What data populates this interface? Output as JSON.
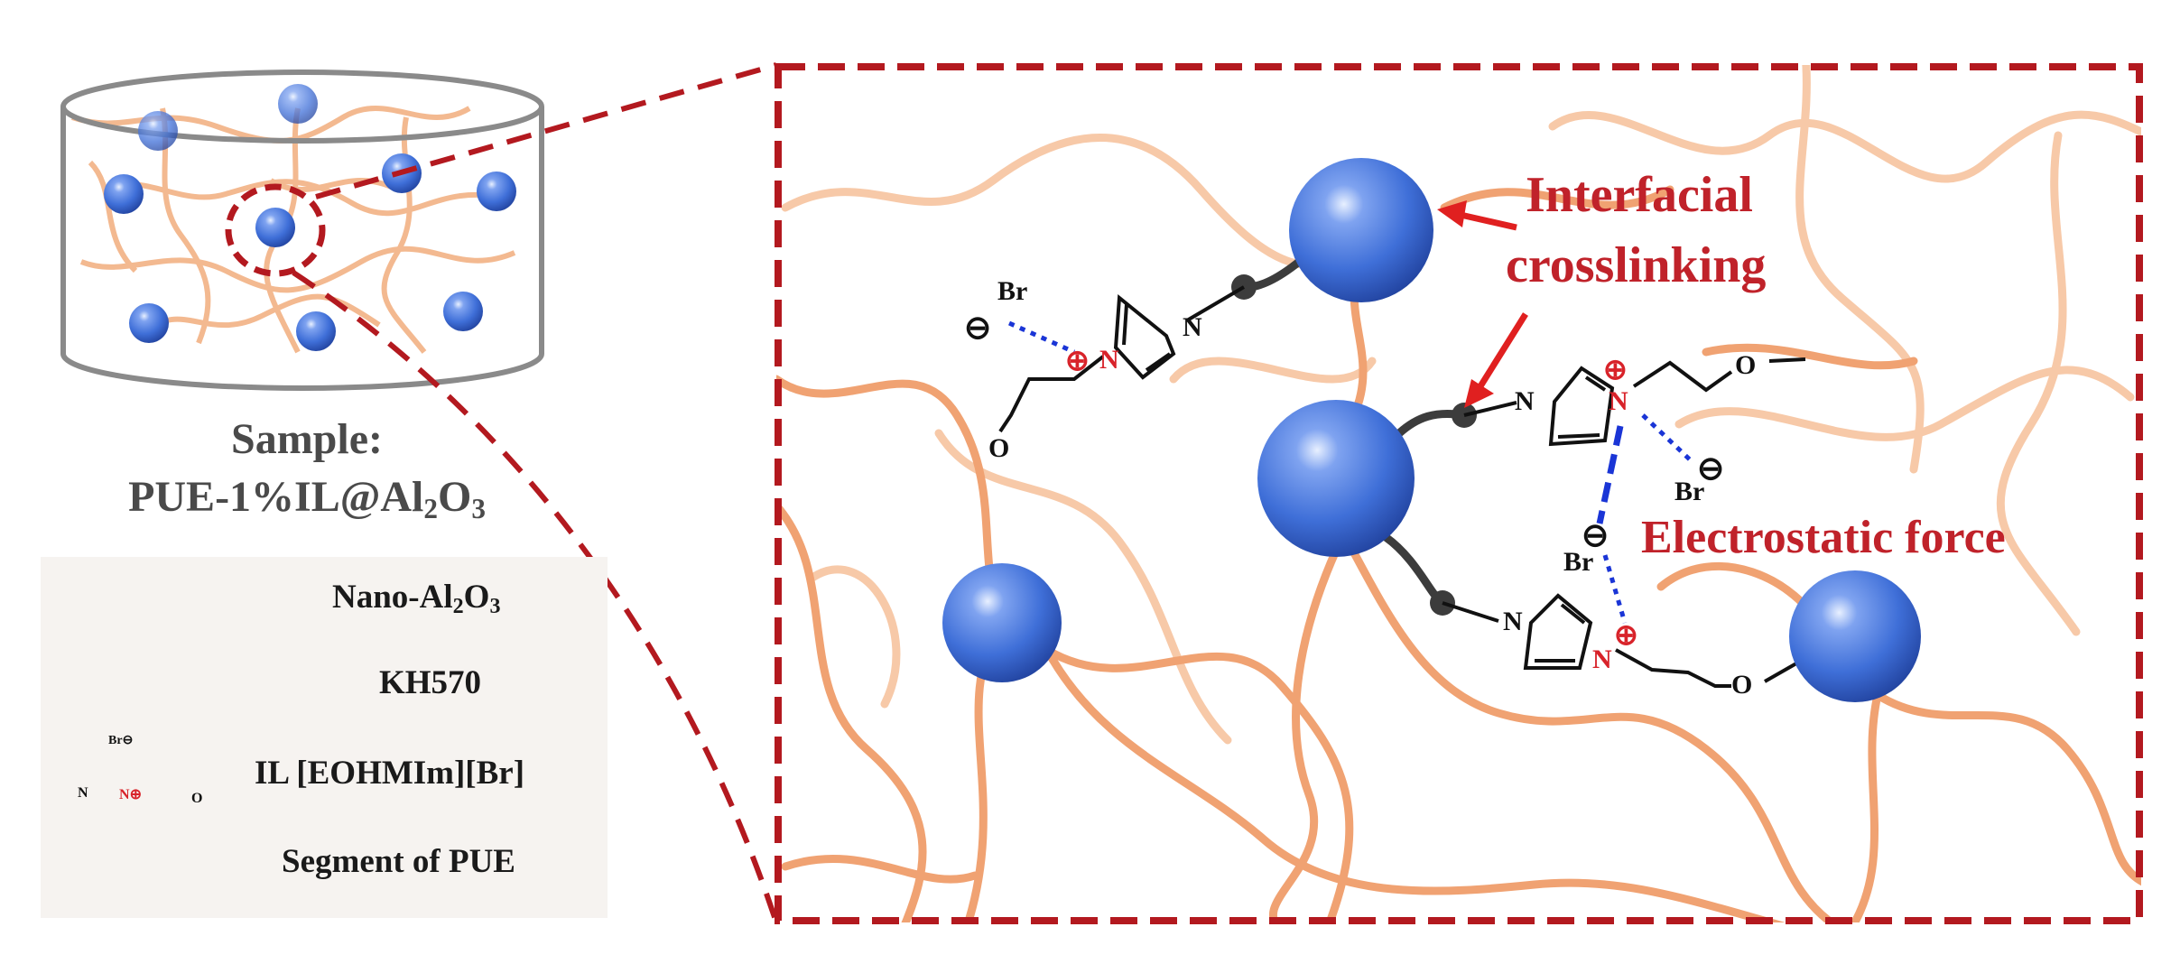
{
  "sample": {
    "label": "Sample:",
    "name_prefix": "PUE-1%IL@Al",
    "sub1": "2",
    "name_mid": "O",
    "sub2": "3"
  },
  "legend": {
    "items": [
      {
        "prefix": "Nano-Al",
        "sub1": "2",
        "mid": "O",
        "sub2": "3"
      },
      {
        "label": "KH570"
      },
      {
        "label": "IL [EOHMIm][Br]"
      },
      {
        "label": "Segment of PUE"
      }
    ]
  },
  "annotations": {
    "interfacial_line1": "Interfacial",
    "interfacial_line2": "crosslinking",
    "electrostatic": "Electrostatic force"
  },
  "chem": {
    "br": "Br",
    "n": "N",
    "o": "O",
    "minus": "⊖",
    "plus": "⊕"
  },
  "colors": {
    "accent_red": "#c0222a",
    "dashed_frame": "#b3191f",
    "chain": "#f2a878",
    "sphere": "#3f6fd8",
    "electrostatic_blue": "#1a35d6"
  }
}
